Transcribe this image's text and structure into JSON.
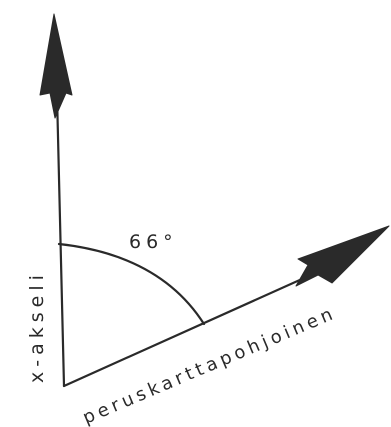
{
  "diagram": {
    "angle_label": "66°",
    "x_axis_label": "x-akseli",
    "reference_label": "peruskarttapohjoinen",
    "ink_color": "#2a2a2a",
    "background_color": "#ffffff"
  }
}
